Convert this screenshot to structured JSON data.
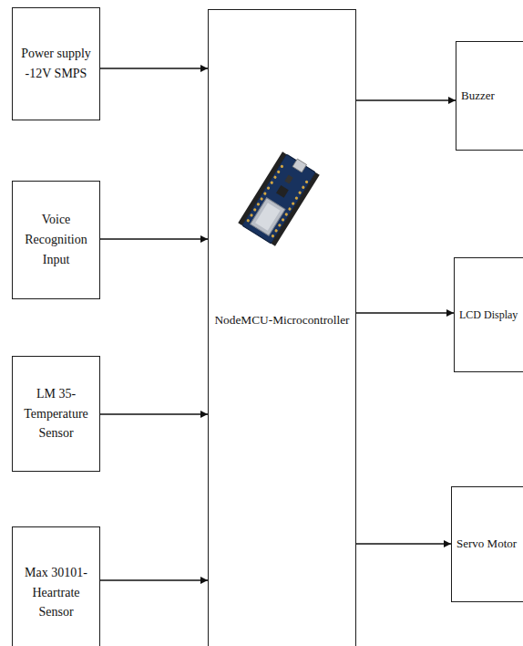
{
  "diagram": {
    "nodes": [
      {
        "text": [
          "Power supply -12V SMPS"
        ]
      },
      {
        "text": [
          "Voice Recognition Input"
        ]
      },
      {
        "text": [
          "LM 35- Temperature Sensor"
        ]
      },
      {
        "text": [
          "Max 30101- Heartrate Sensor"
        ]
      },
      {
        "text": [
          "NodeMCU-Microcontroller"
        ]
      },
      {
        "text": [
          "Buzzer"
        ]
      },
      {
        "text": [
          "LCD Display"
        ]
      },
      {
        "text": [
          "Servo Motor"
        ]
      }
    ],
    "edges": [
      {
        "from": 0,
        "to": 4,
        "arrow": "to"
      },
      {
        "from": 1,
        "to": 4,
        "arrow": "to"
      },
      {
        "from": 2,
        "to": 4,
        "arrow": "to"
      },
      {
        "from": 3,
        "to": 4,
        "arrow": "to"
      },
      {
        "from": 4,
        "to": 5,
        "arrow": "to"
      },
      {
        "from": 4,
        "to": 6,
        "arrow": "to"
      },
      {
        "from": 4,
        "to": 7,
        "arrow": "to"
      }
    ]
  }
}
